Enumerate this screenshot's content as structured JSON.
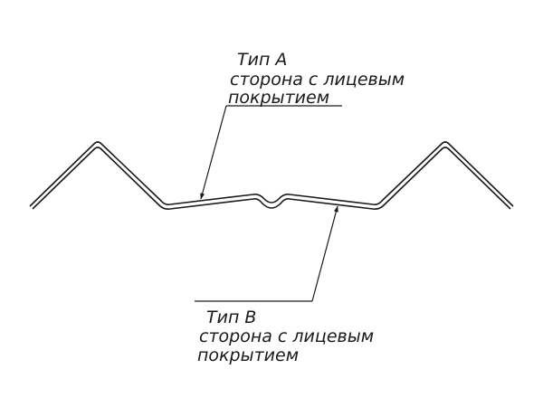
{
  "labels": {
    "type_a": {
      "title": "Тип A",
      "line1": "сторона с лицевым",
      "line2": "покрытием"
    },
    "type_b": {
      "title": "Тип B",
      "line1": "сторона с лицевым",
      "line2": "покрытием"
    }
  },
  "colors": {
    "profile_stroke": "#1a1a1a",
    "leader_stroke": "#1a1a1a",
    "background": "#ffffff"
  }
}
